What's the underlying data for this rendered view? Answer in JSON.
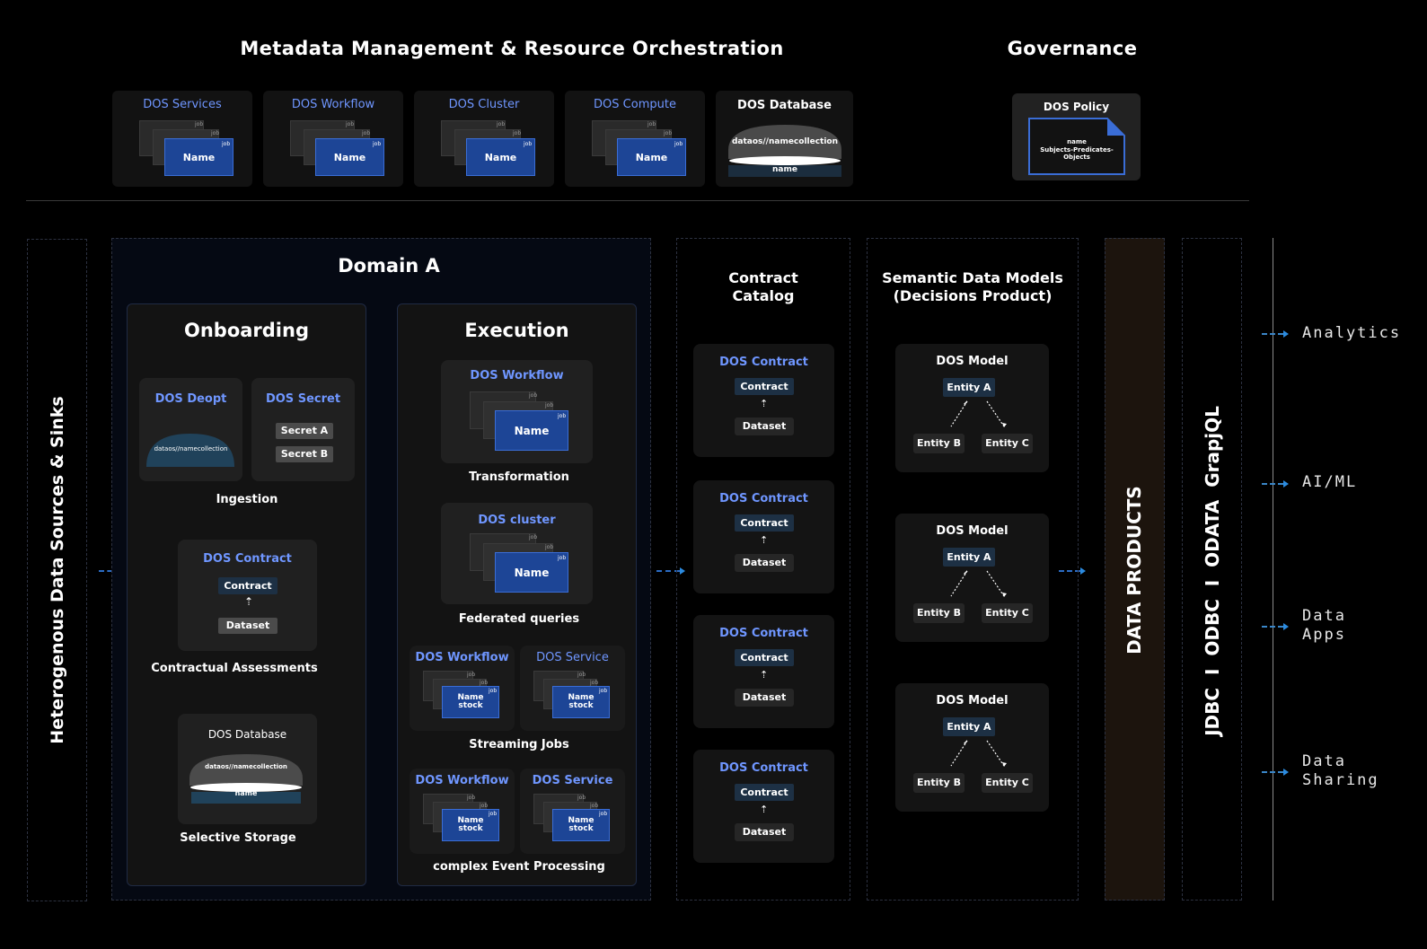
{
  "header": {
    "main_title": "Metadata Management & Resource Orchestration",
    "governance_title": "Governance"
  },
  "top_tiles": [
    {
      "title": "DOS Services",
      "name": "Name",
      "job": "job"
    },
    {
      "title": "DOS Workflow",
      "name": "Name",
      "job": "job"
    },
    {
      "title": "DOS Cluster",
      "name": "Name",
      "job": "job"
    },
    {
      "title": "DOS Compute",
      "name": "Name",
      "job": "job"
    }
  ],
  "top_database": {
    "title": "DOS Database",
    "collection": "dataos//namecollection",
    "name": "name"
  },
  "policy": {
    "title": "DOS Policy",
    "line1": "name",
    "line2": "Subjects-Predicates-Objects"
  },
  "left_sidebar_label": "Heterogenous Data Sources & Sinks",
  "domain": {
    "title": "Domain A"
  },
  "onboarding": {
    "title": "Onboarding",
    "depot": {
      "title": "DOS Deopt",
      "collection": "dataos//namecollection"
    },
    "secret": {
      "title": "DOS Secret",
      "a": "Secret A",
      "b": "Secret B"
    },
    "ingestion": "Ingestion",
    "contract": {
      "title": "DOS Contract",
      "contract": "Contract",
      "dataset": "Dataset"
    },
    "contractual": "Contractual Assessments",
    "database": {
      "title": "DOS Database",
      "collection": "dataos//namecollection",
      "name": "name"
    },
    "storage": "Selective Storage"
  },
  "execution": {
    "title": "Execution",
    "workflow": {
      "title": "DOS Workflow",
      "name": "Name",
      "job": "job"
    },
    "transformation": "Transformation",
    "cluster": {
      "title": "DOS cluster",
      "name": "Name",
      "job": "job"
    },
    "federated": "Federated queries",
    "stream_workflow": {
      "title": "DOS Workflow",
      "name1": "Name",
      "name2": "stock",
      "job": "job"
    },
    "stream_service": {
      "title": "DOS Service",
      "name1": "Name",
      "name2": "stock",
      "job": "job"
    },
    "streaming": "Streaming Jobs",
    "cep_workflow": {
      "title": "DOS Workflow",
      "name1": "Name",
      "name2": "stock",
      "job": "job"
    },
    "cep_service": {
      "title": "DOS Service",
      "name1": "Name",
      "name2": "stock",
      "job": "job"
    },
    "cep": "complex Event Processing"
  },
  "contract_catalog": {
    "title_line1": "Contract",
    "title_line2": "Catalog",
    "items": [
      {
        "title": "DOS Contract",
        "contract": "Contract",
        "dataset": "Dataset"
      },
      {
        "title": "DOS Contract",
        "contract": "Contract",
        "dataset": "Dataset"
      },
      {
        "title": "DOS Contract",
        "contract": "Contract",
        "dataset": "Dataset"
      },
      {
        "title": "DOS Contract",
        "contract": "Contract",
        "dataset": "Dataset"
      }
    ]
  },
  "semantic": {
    "title_line1": "Semantic Data Models",
    "title_line2": "(Decisions Product)",
    "models": [
      {
        "title": "DOS Model",
        "a": "Entity A",
        "b": "Entity B",
        "c": "Entity C"
      },
      {
        "title": "DOS Model",
        "a": "Entity A",
        "b": "Entity B",
        "c": "Entity C"
      },
      {
        "title": "DOS Model",
        "a": "Entity A",
        "b": "Entity B",
        "c": "Entity C"
      }
    ]
  },
  "data_products_label": "DATA PRODUCTS",
  "apis_label": "JDBC  I  ODBC  I  ODATA  GrapjQL",
  "outputs": [
    {
      "line1": "Analytics",
      "line2": ""
    },
    {
      "line1": "AI/ML",
      "line2": ""
    },
    {
      "line1": "Data",
      "line2": "Apps"
    },
    {
      "line1": "Data",
      "line2": "Sharing"
    }
  ],
  "colors": {
    "background": "#000000",
    "accent_blue": "#6f96ff",
    "job_card_blue": "#1d4596",
    "arrow_blue": "#2b8be0",
    "data_products_bg": "#1c140d"
  }
}
